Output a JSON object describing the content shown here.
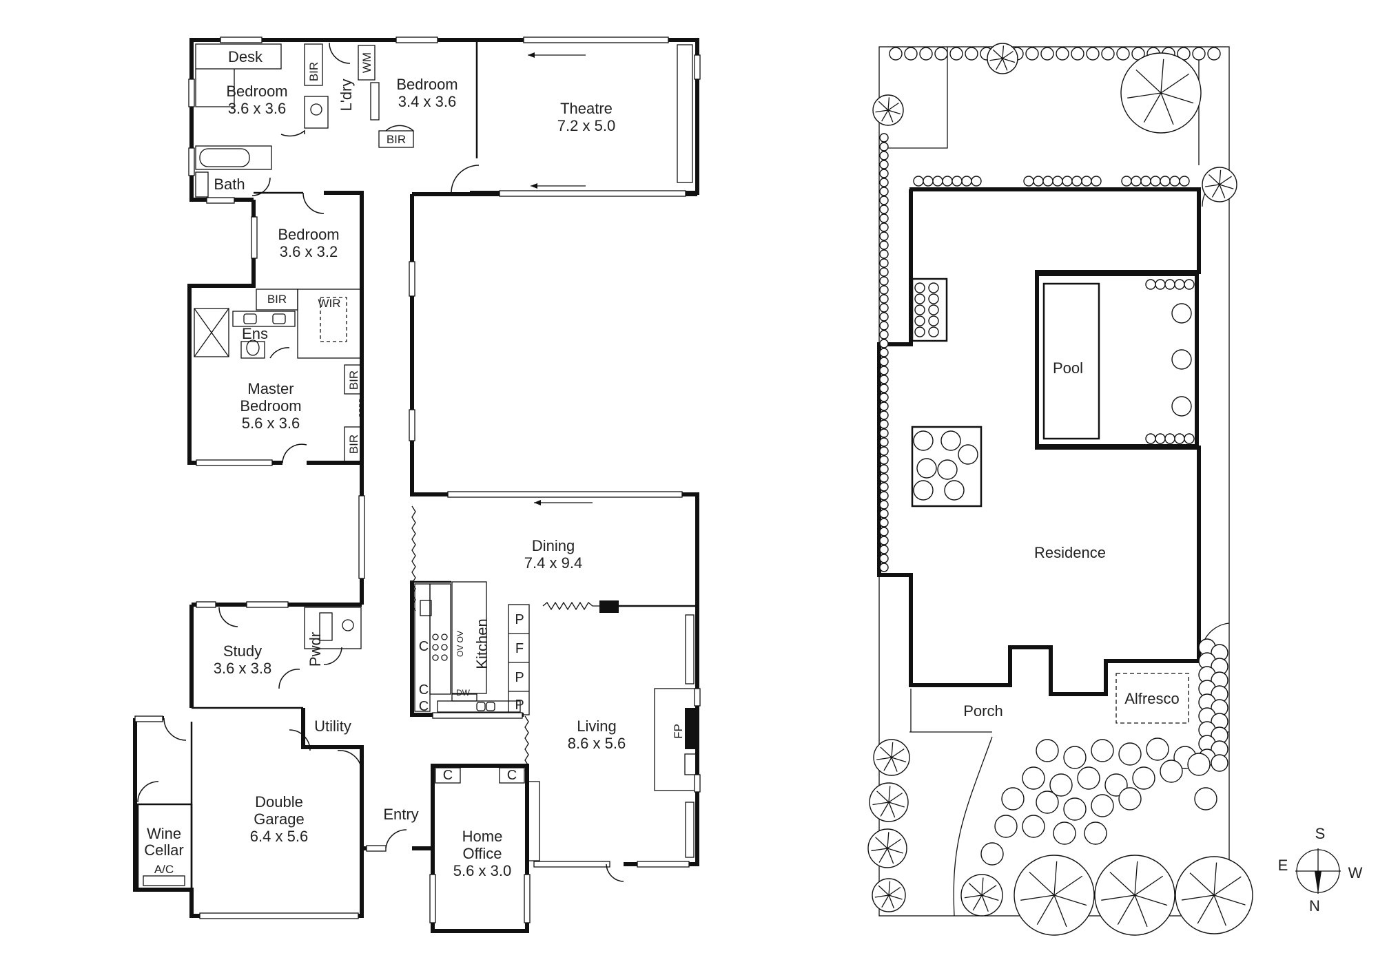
{
  "floor_plan": {
    "rooms": [
      {
        "name": "Desk",
        "size": ""
      },
      {
        "name": "Bedroom",
        "size": "3.6 x 3.6"
      },
      {
        "name": "Bedroom",
        "size": "3.4 x 3.6"
      },
      {
        "name": "Theatre",
        "size": "7.2 x 5.0"
      },
      {
        "name": "Bedroom",
        "size": "3.6 x 3.2"
      },
      {
        "name": "Master Bedroom",
        "line1": "Master",
        "line2": "Bedroom",
        "size": "5.6 x 3.6"
      },
      {
        "name": "Dining",
        "size": "7.4 x 9.4"
      },
      {
        "name": "Study",
        "size": "3.6 x 3.8"
      },
      {
        "name": "Living",
        "size": "8.6 x 5.6"
      },
      {
        "name": "Double Garage",
        "line1": "Double",
        "line2": "Garage",
        "size": "6.4 x 5.6"
      },
      {
        "name": "Home Office",
        "line1": "Home",
        "line2": "Office",
        "size": "5.6 x 3.0"
      },
      {
        "name": "Wine Cellar",
        "line1": "Wine",
        "line2": "Cellar",
        "size": ""
      }
    ],
    "labels": {
      "bath": "Bath",
      "laundry": "L'dry",
      "bir": "BIR",
      "wm": "WM",
      "ensuite": "Ens",
      "wir": "WIR",
      "kitchen": "Kitchen",
      "pantry": "P",
      "fridge": "F",
      "cupboard": "C",
      "dishwasher": "DW",
      "oven": "OV OV",
      "powder": "Pwdr",
      "utility": "Utility",
      "entry": "Entry",
      "fireplace": "FP",
      "aircon": "A/C"
    }
  },
  "site_plan": {
    "labels": {
      "pool": "Pool",
      "residence": "Residence",
      "porch": "Porch",
      "alfresco": "Alfresco"
    }
  },
  "compass": {
    "s": "S",
    "e": "E",
    "w": "W",
    "n": "N"
  }
}
